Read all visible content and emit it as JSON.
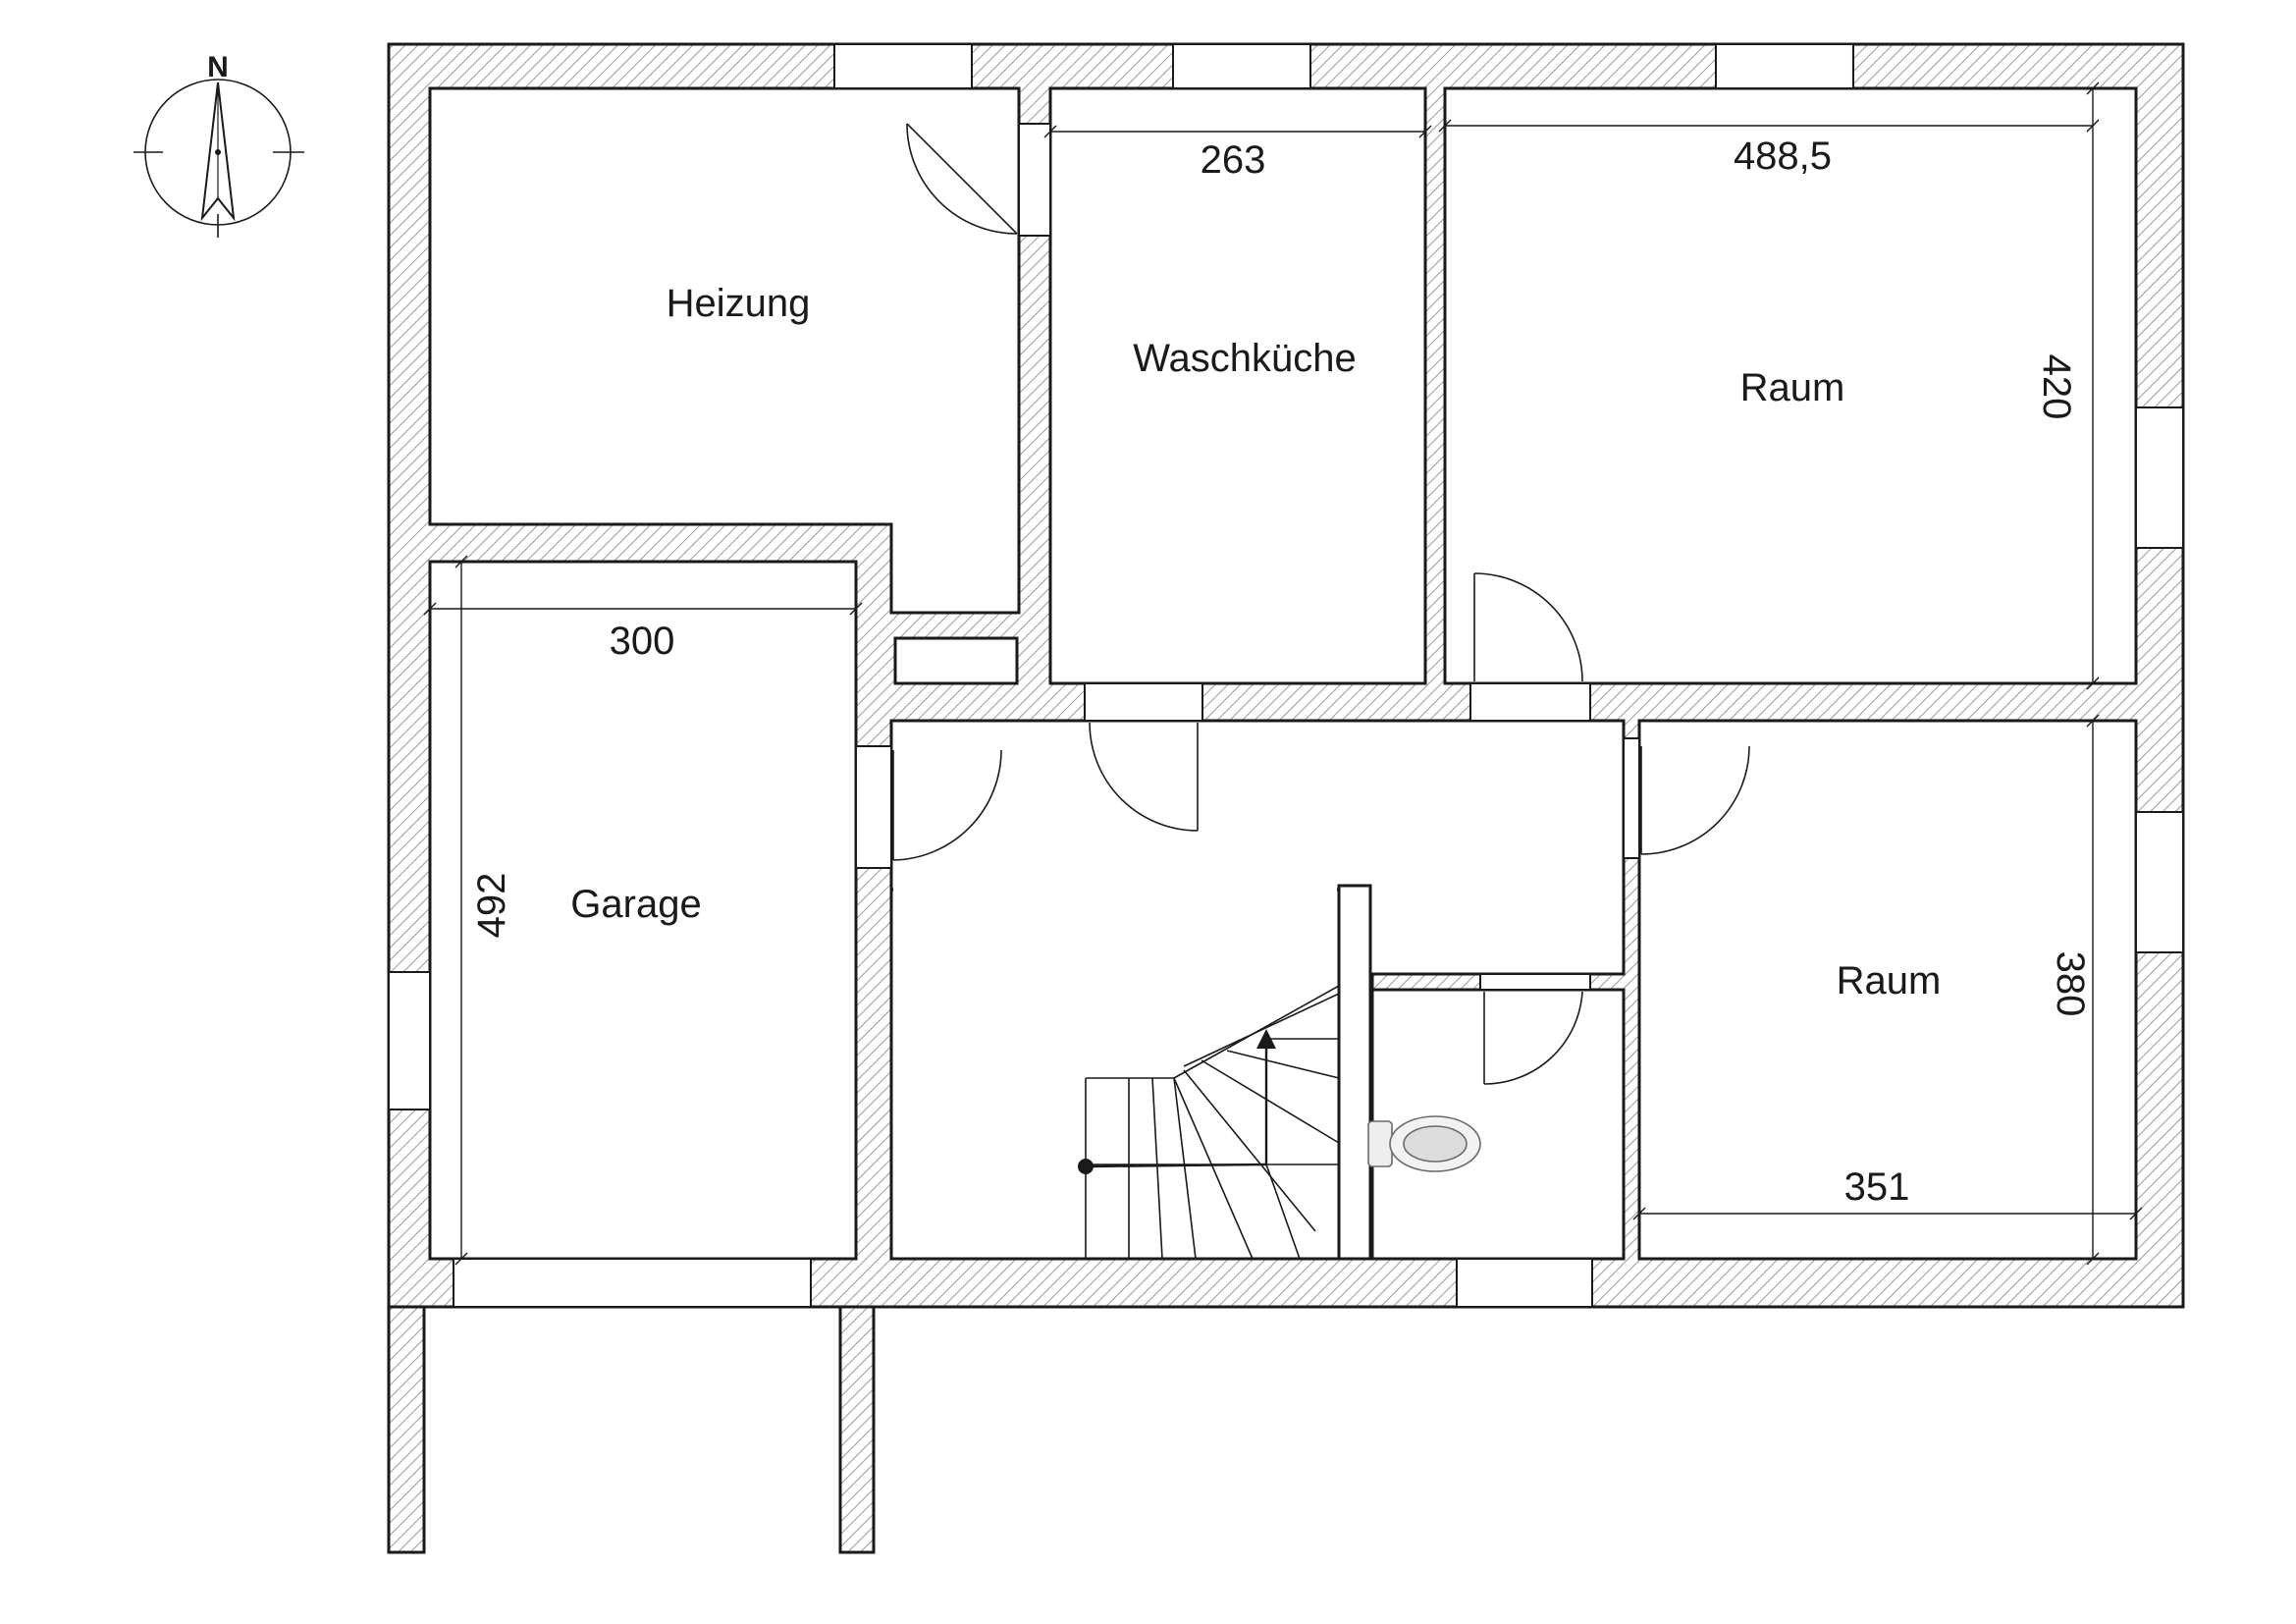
{
  "compass": {
    "north_label": "N"
  },
  "rooms": {
    "heizung": "Heizung",
    "waschkueche": "Waschküche",
    "raum_top": "Raum",
    "garage": "Garage",
    "raum_bottom": "Raum"
  },
  "dimensions": {
    "waschkueche_width": "263",
    "raum_top_width": "488,5",
    "raum_top_depth": "420",
    "garage_width": "300",
    "garage_depth": "492",
    "raum_bottom_depth": "380",
    "raum_bottom_width": "351"
  },
  "colors": {
    "wall_hatch": "#9a9a9a",
    "line": "#1a1a1a",
    "background": "#ffffff"
  }
}
